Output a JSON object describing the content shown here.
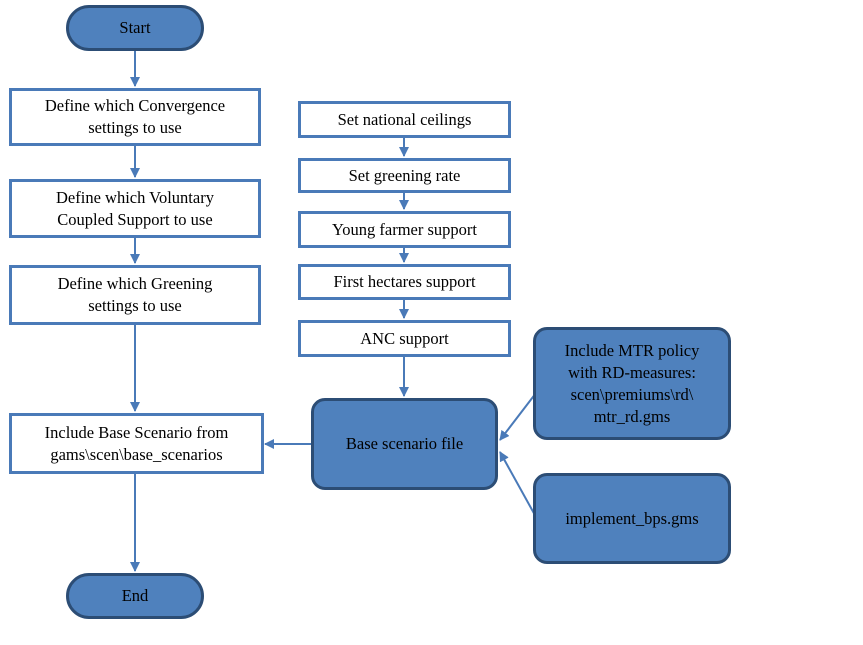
{
  "flowchart": {
    "start": "Start",
    "end": "End",
    "left_steps": {
      "convergence": "Define which Convergence\nsettings to use",
      "coupled_support": "Define which Voluntary\nCoupled Support to use",
      "greening": "Define which Greening\nsettings to use",
      "include_base": "Include Base Scenario from\ngams\\scen\\base_scenarios"
    },
    "settings": {
      "national_ceilings": "Set national ceilings",
      "greening_rate": "Set greening rate",
      "young_farmer": "Young farmer support",
      "first_hectares": "First hectares support",
      "anc": "ANC support"
    },
    "base_scenario_file": "Base scenario file",
    "mtr_policy": "Include MTR policy\nwith RD-measures:\nscen\\premiums\\rd\\\nmtr_rd.gms",
    "implement_bps": "implement_bps.gms"
  },
  "colors": {
    "box_fill": "#ffffff",
    "box_border": "#4a7ab8",
    "node_fill": "#4f81bd",
    "node_border": "#2c4d75",
    "arrow": "#4a7ab8"
  }
}
